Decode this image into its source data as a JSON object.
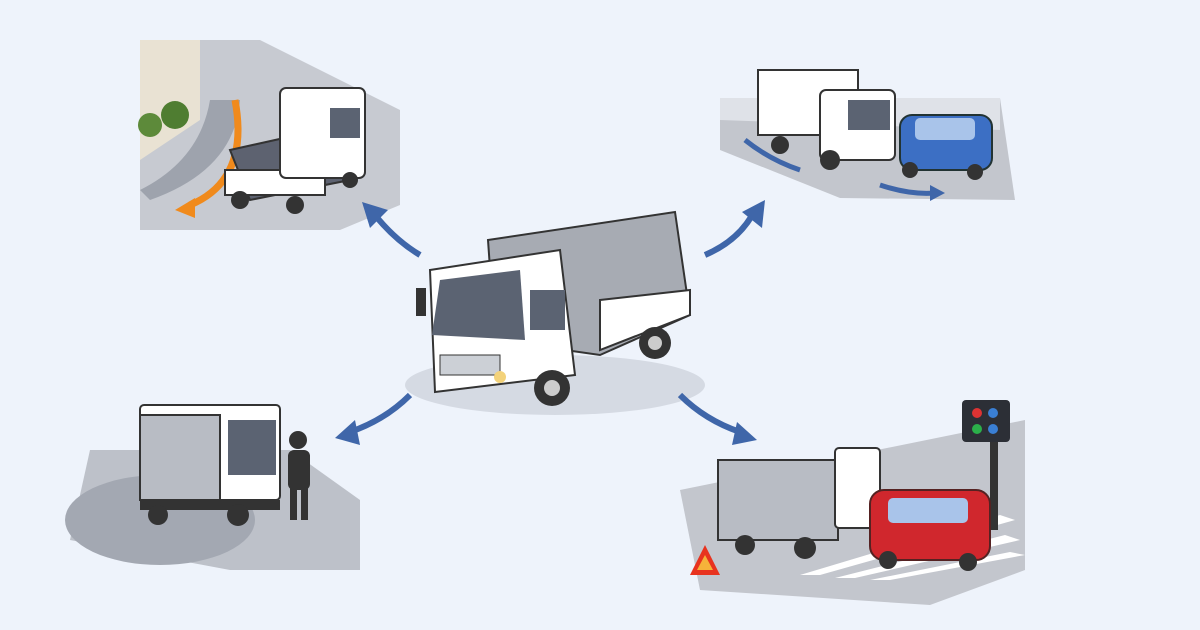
{
  "colors": {
    "background": "#eef3fb",
    "arrow": "#3f66a9",
    "road": "#a9aeb8",
    "truck_body": "#ffffff",
    "truck_cargo": "#a7abb3",
    "turn_arrow": "#f08a1c",
    "blue_car": "#3c6fc4",
    "red_car": "#d0272d",
    "warning_triangle": "#e8331f"
  },
  "scenes": [
    {
      "id": "left-turn",
      "icon": "truck-turning-icon"
    },
    {
      "id": "merging",
      "icon": "truck-and-car-merging-icon"
    },
    {
      "id": "blind-spot-pedestrian",
      "icon": "truck-and-pedestrian-icon"
    },
    {
      "id": "crosswalk-signal",
      "icon": "truck-at-crosswalk-icon"
    }
  ]
}
